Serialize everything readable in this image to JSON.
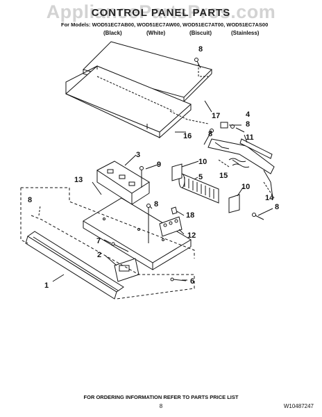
{
  "watermark": "AppliancePartsPros.com",
  "title": "CONTROL PANEL PARTS",
  "models_line": "For Models: WOD51EC7AB00, WOD51EC7AW00, WOD51EC7AT00, WOD51EC7AS00",
  "colors": [
    "(Black)",
    "(White)",
    "(Biscuit)",
    "(Stainless)"
  ],
  "callouts": {
    "c8a": "8",
    "c17": "17",
    "c4": "4",
    "c8b": "8",
    "c8c": "8",
    "c11": "11",
    "c16": "16",
    "c3": "3",
    "c9": "9",
    "c10a": "10",
    "c5": "5",
    "c15": "15",
    "c13": "13",
    "c8d": "8",
    "c8e": "8",
    "c18": "18",
    "c10b": "10",
    "c14": "14",
    "c8f": "8",
    "c12": "12",
    "c7": "7",
    "c2": "2",
    "c1": "1",
    "c6": "6"
  },
  "footer": "FOR ORDERING INFORMATION REFER TO PARTS PRICE LIST",
  "page_number": "8",
  "doc_number": "W10487247"
}
